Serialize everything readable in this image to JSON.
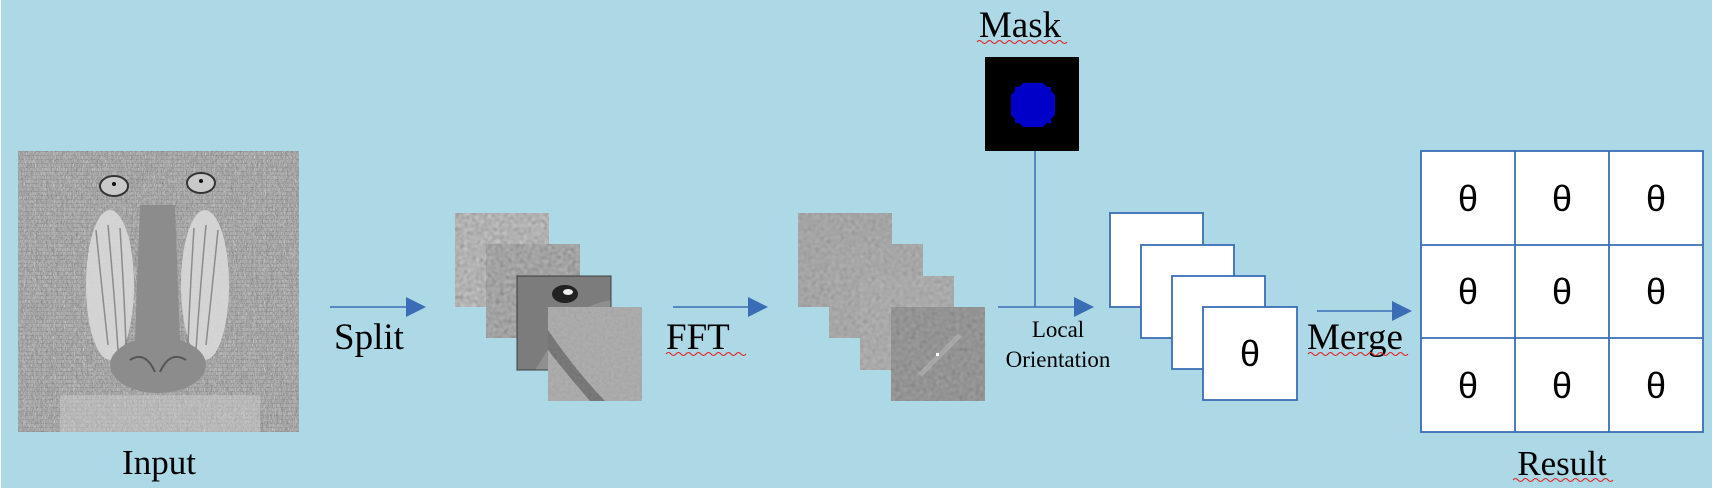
{
  "diagram": {
    "background_color": "#add8e6",
    "arrow_color": "#3a6db5",
    "box_border_color": "#3a6db5",
    "mask_circle_color": "#0000c8",
    "stages": {
      "input": {
        "label": "Input"
      },
      "split": {
        "label": "Split"
      },
      "fft": {
        "label": "FFT"
      },
      "mask": {
        "label": "Mask"
      },
      "local_orientation": {
        "line1": "Local",
        "line2": "Orientation"
      },
      "merge": {
        "label": "Merge"
      },
      "result": {
        "label": "Result"
      }
    },
    "stack_symbol": "θ",
    "result_grid": {
      "rows": 3,
      "cols": 3,
      "cells": [
        "θ",
        "θ",
        "θ",
        "θ",
        "θ",
        "θ",
        "θ",
        "θ",
        "θ"
      ]
    }
  }
}
